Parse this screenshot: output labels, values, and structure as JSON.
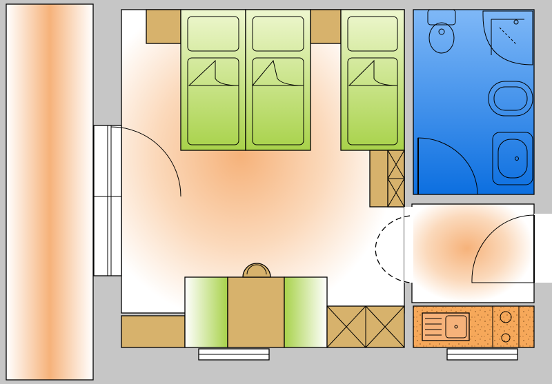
{
  "floorplan": {
    "rooms": [
      "balcony",
      "bedroom",
      "bathroom",
      "hallway",
      "kitchenette"
    ],
    "beds": 3,
    "colors": {
      "wall": "#c6c6c6",
      "floor_white": "#ffffff",
      "warm_glow": "#f6b27a",
      "bed_green_light": "#eef7cf",
      "bed_green_dark": "#a8d24a",
      "furniture_wood": "#d7b26c",
      "bathroom_blue_light": "#6aaaf3",
      "bathroom_blue_dark": "#0c6fe0",
      "countertop": "#f6a85a"
    }
  }
}
